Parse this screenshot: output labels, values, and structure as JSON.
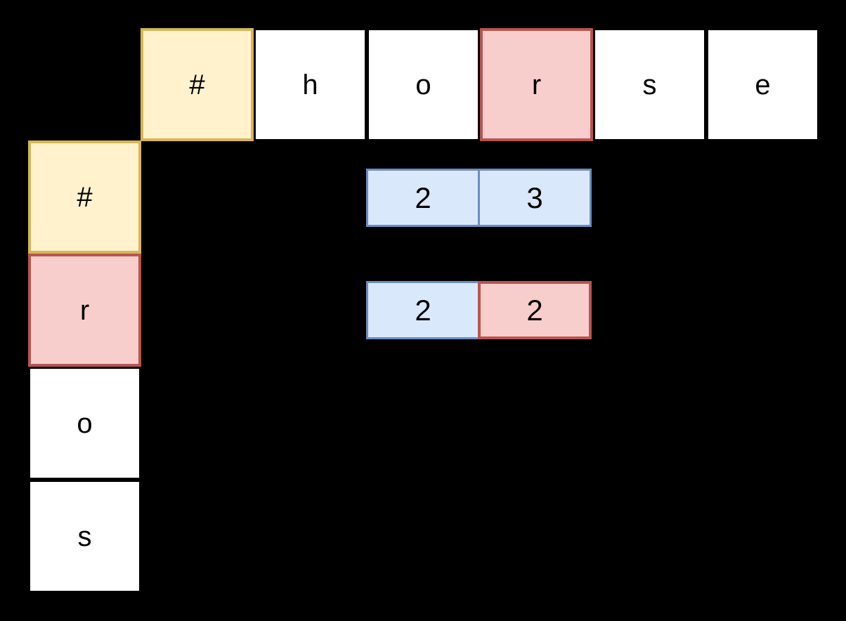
{
  "colors": {
    "background": "#000000",
    "text": "#000000",
    "yellow_fill": "#fff2cc",
    "yellow_border": "#d6b656",
    "red_fill": "#f8cecc",
    "red_border": "#b85450",
    "blue_fill": "#dae8fc",
    "blue_border": "#6c8ebf",
    "white_fill": "#ffffff",
    "white_border": "#000000"
  },
  "top_row": {
    "cells": [
      {
        "label": "#",
        "style": "yellow"
      },
      {
        "label": "h",
        "style": "white"
      },
      {
        "label": "o",
        "style": "white"
      },
      {
        "label": "r",
        "style": "red"
      },
      {
        "label": "s",
        "style": "white"
      },
      {
        "label": "e",
        "style": "white"
      }
    ]
  },
  "left_column": {
    "cells": [
      {
        "label": "#",
        "style": "yellow"
      },
      {
        "label": "r",
        "style": "red"
      },
      {
        "label": "o",
        "style": "white"
      },
      {
        "label": "s",
        "style": "white"
      }
    ]
  },
  "dp_rows": [
    {
      "cells": [
        {
          "value": "2",
          "style": "blue"
        },
        {
          "value": "3",
          "style": "blue"
        }
      ]
    },
    {
      "cells": [
        {
          "value": "2",
          "style": "blue"
        },
        {
          "value": "2",
          "style": "red"
        }
      ]
    }
  ]
}
